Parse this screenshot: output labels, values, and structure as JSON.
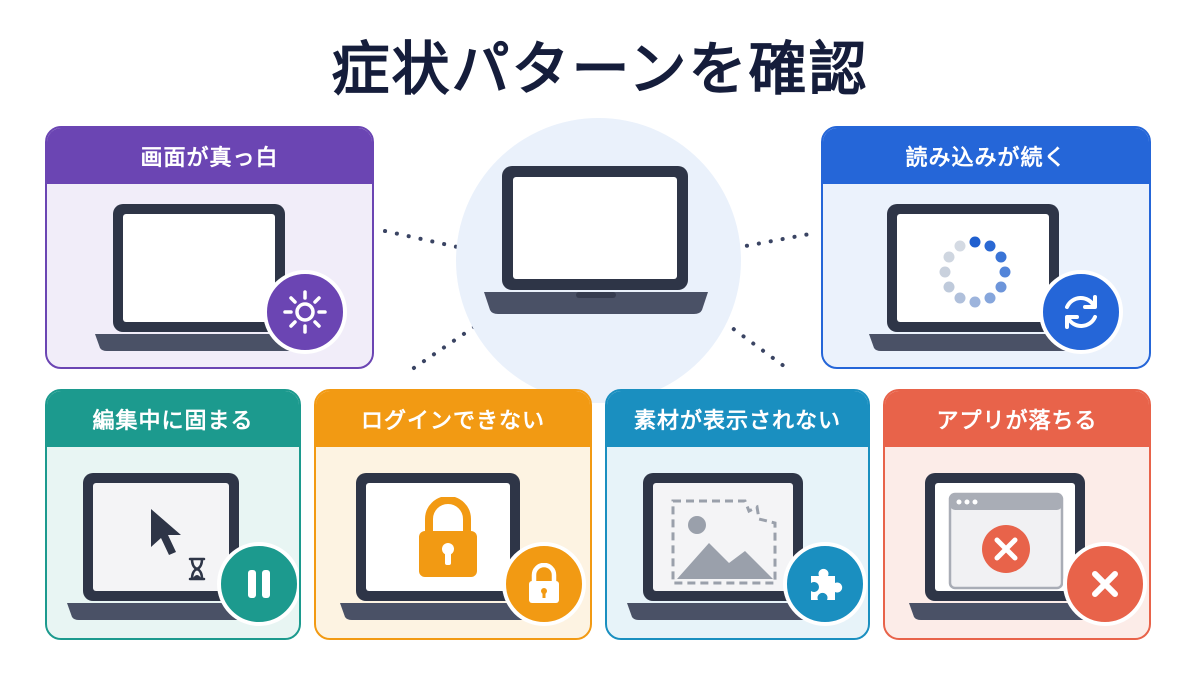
{
  "title": "症状パターンを確認",
  "cards": [
    {
      "label": "画面が真っ白",
      "color": "#6b45b3",
      "bg": "#f1edf9",
      "icon": "sun-icon"
    },
    {
      "label": "読み込みが続く",
      "color": "#2566d8",
      "bg": "#ebf2fc",
      "icon": "refresh-icon"
    },
    {
      "label": "編集中に固まる",
      "color": "#1c9a8e",
      "bg": "#e8f5f3",
      "icon": "pause-icon"
    },
    {
      "label": "ログインできない",
      "color": "#f29a13",
      "bg": "#fdf3e2",
      "icon": "lock-icon"
    },
    {
      "label": "素材が表示されない",
      "color": "#1a8fc0",
      "bg": "#e7f3f9",
      "icon": "puzzle-icon"
    },
    {
      "label": "アプリが落ちる",
      "color": "#e8634a",
      "bg": "#fcece8",
      "icon": "close-icon"
    }
  ],
  "hub": {
    "icon": "laptop-icon"
  }
}
